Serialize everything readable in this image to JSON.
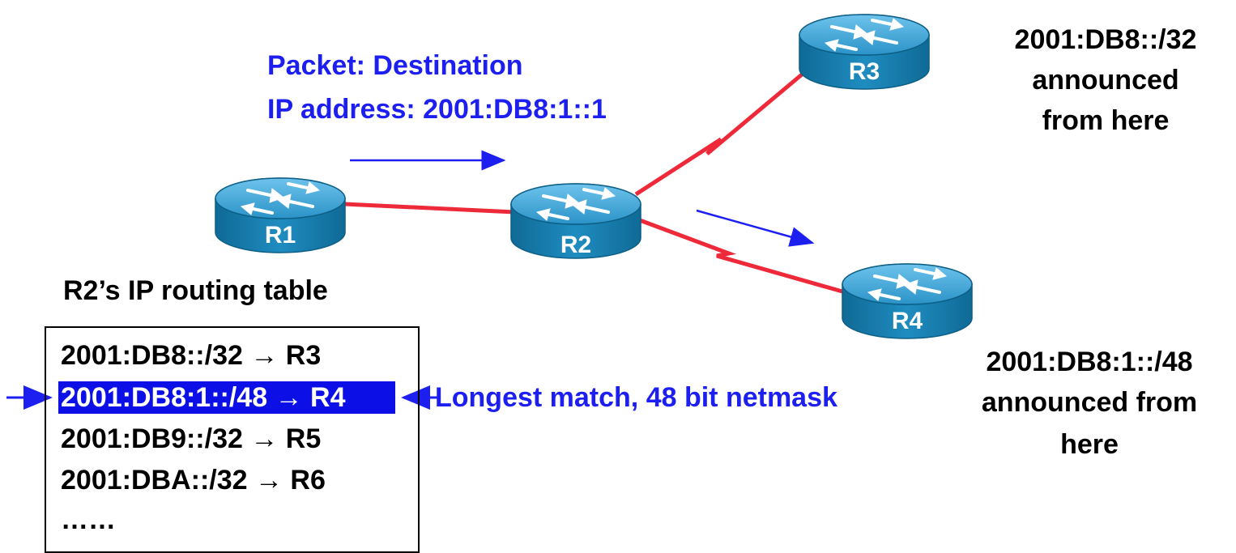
{
  "packet": {
    "line1": "Packet: Destination",
    "line2": "IP address: 2001:DB8:1::1"
  },
  "routers": {
    "r1": "R1",
    "r2": "R2",
    "r3": "R3",
    "r4": "R4"
  },
  "announce_r3": {
    "line1": "2001:DB8::/32",
    "line2": "announced",
    "line3": "from here"
  },
  "announce_r4": {
    "line1": "2001:DB8:1::/48",
    "line2": "announced from",
    "line3": "here"
  },
  "table": {
    "title": "R2’s IP routing table",
    "rows": [
      "2001:DB8::/32 → R3",
      "2001:DB8:1::/48 → R4",
      "2001:DB9::/32 → R5",
      "2001:DBA::/32 → R6",
      "……"
    ]
  },
  "longest_match": "Longest match, 48 bit netmask",
  "colors": {
    "link": "#ee2a3a",
    "router_top": "#2a8fc4",
    "router_side": "#177aa8",
    "highlight": "#0c10e6",
    "text_blue": "#1d1ff0"
  }
}
